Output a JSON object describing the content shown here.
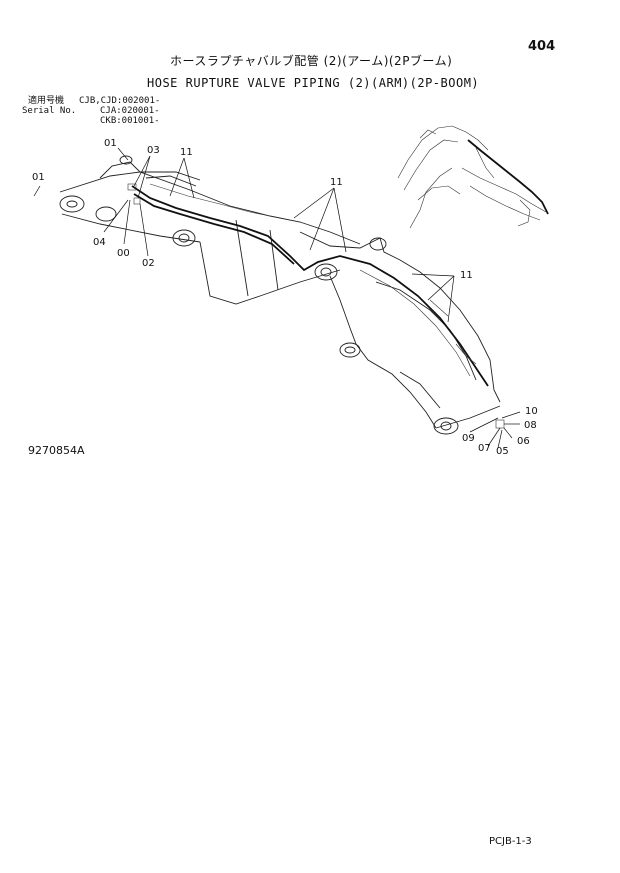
{
  "header": {
    "page_number": "404",
    "title_jp": "ホースラプチャバルブ配管 (2)(アーム)(2Pブーム)",
    "title_en": "HOSE RUPTURE VALVE PIPING (2)(ARM)(2P-BOOM)"
  },
  "serial": {
    "label_jp": "適用号機",
    "label_en": "Serial No.",
    "lines": [
      "CJB,CJD:002001-",
      "CJA:020001-",
      "CKB:001001-"
    ]
  },
  "callouts": {
    "c01_top": "01",
    "c01_left": "01",
    "c03": "03",
    "c11_a": "11",
    "c11_b": "11",
    "c11_c": "11",
    "c04": "04",
    "c00": "00",
    "c02": "02",
    "c10": "10",
    "c08": "08",
    "c09": "09",
    "c06": "06",
    "c07": "07",
    "c05": "05"
  },
  "footer": {
    "drawing_number": "9270854A",
    "page_code": "PCJB-1-3"
  }
}
